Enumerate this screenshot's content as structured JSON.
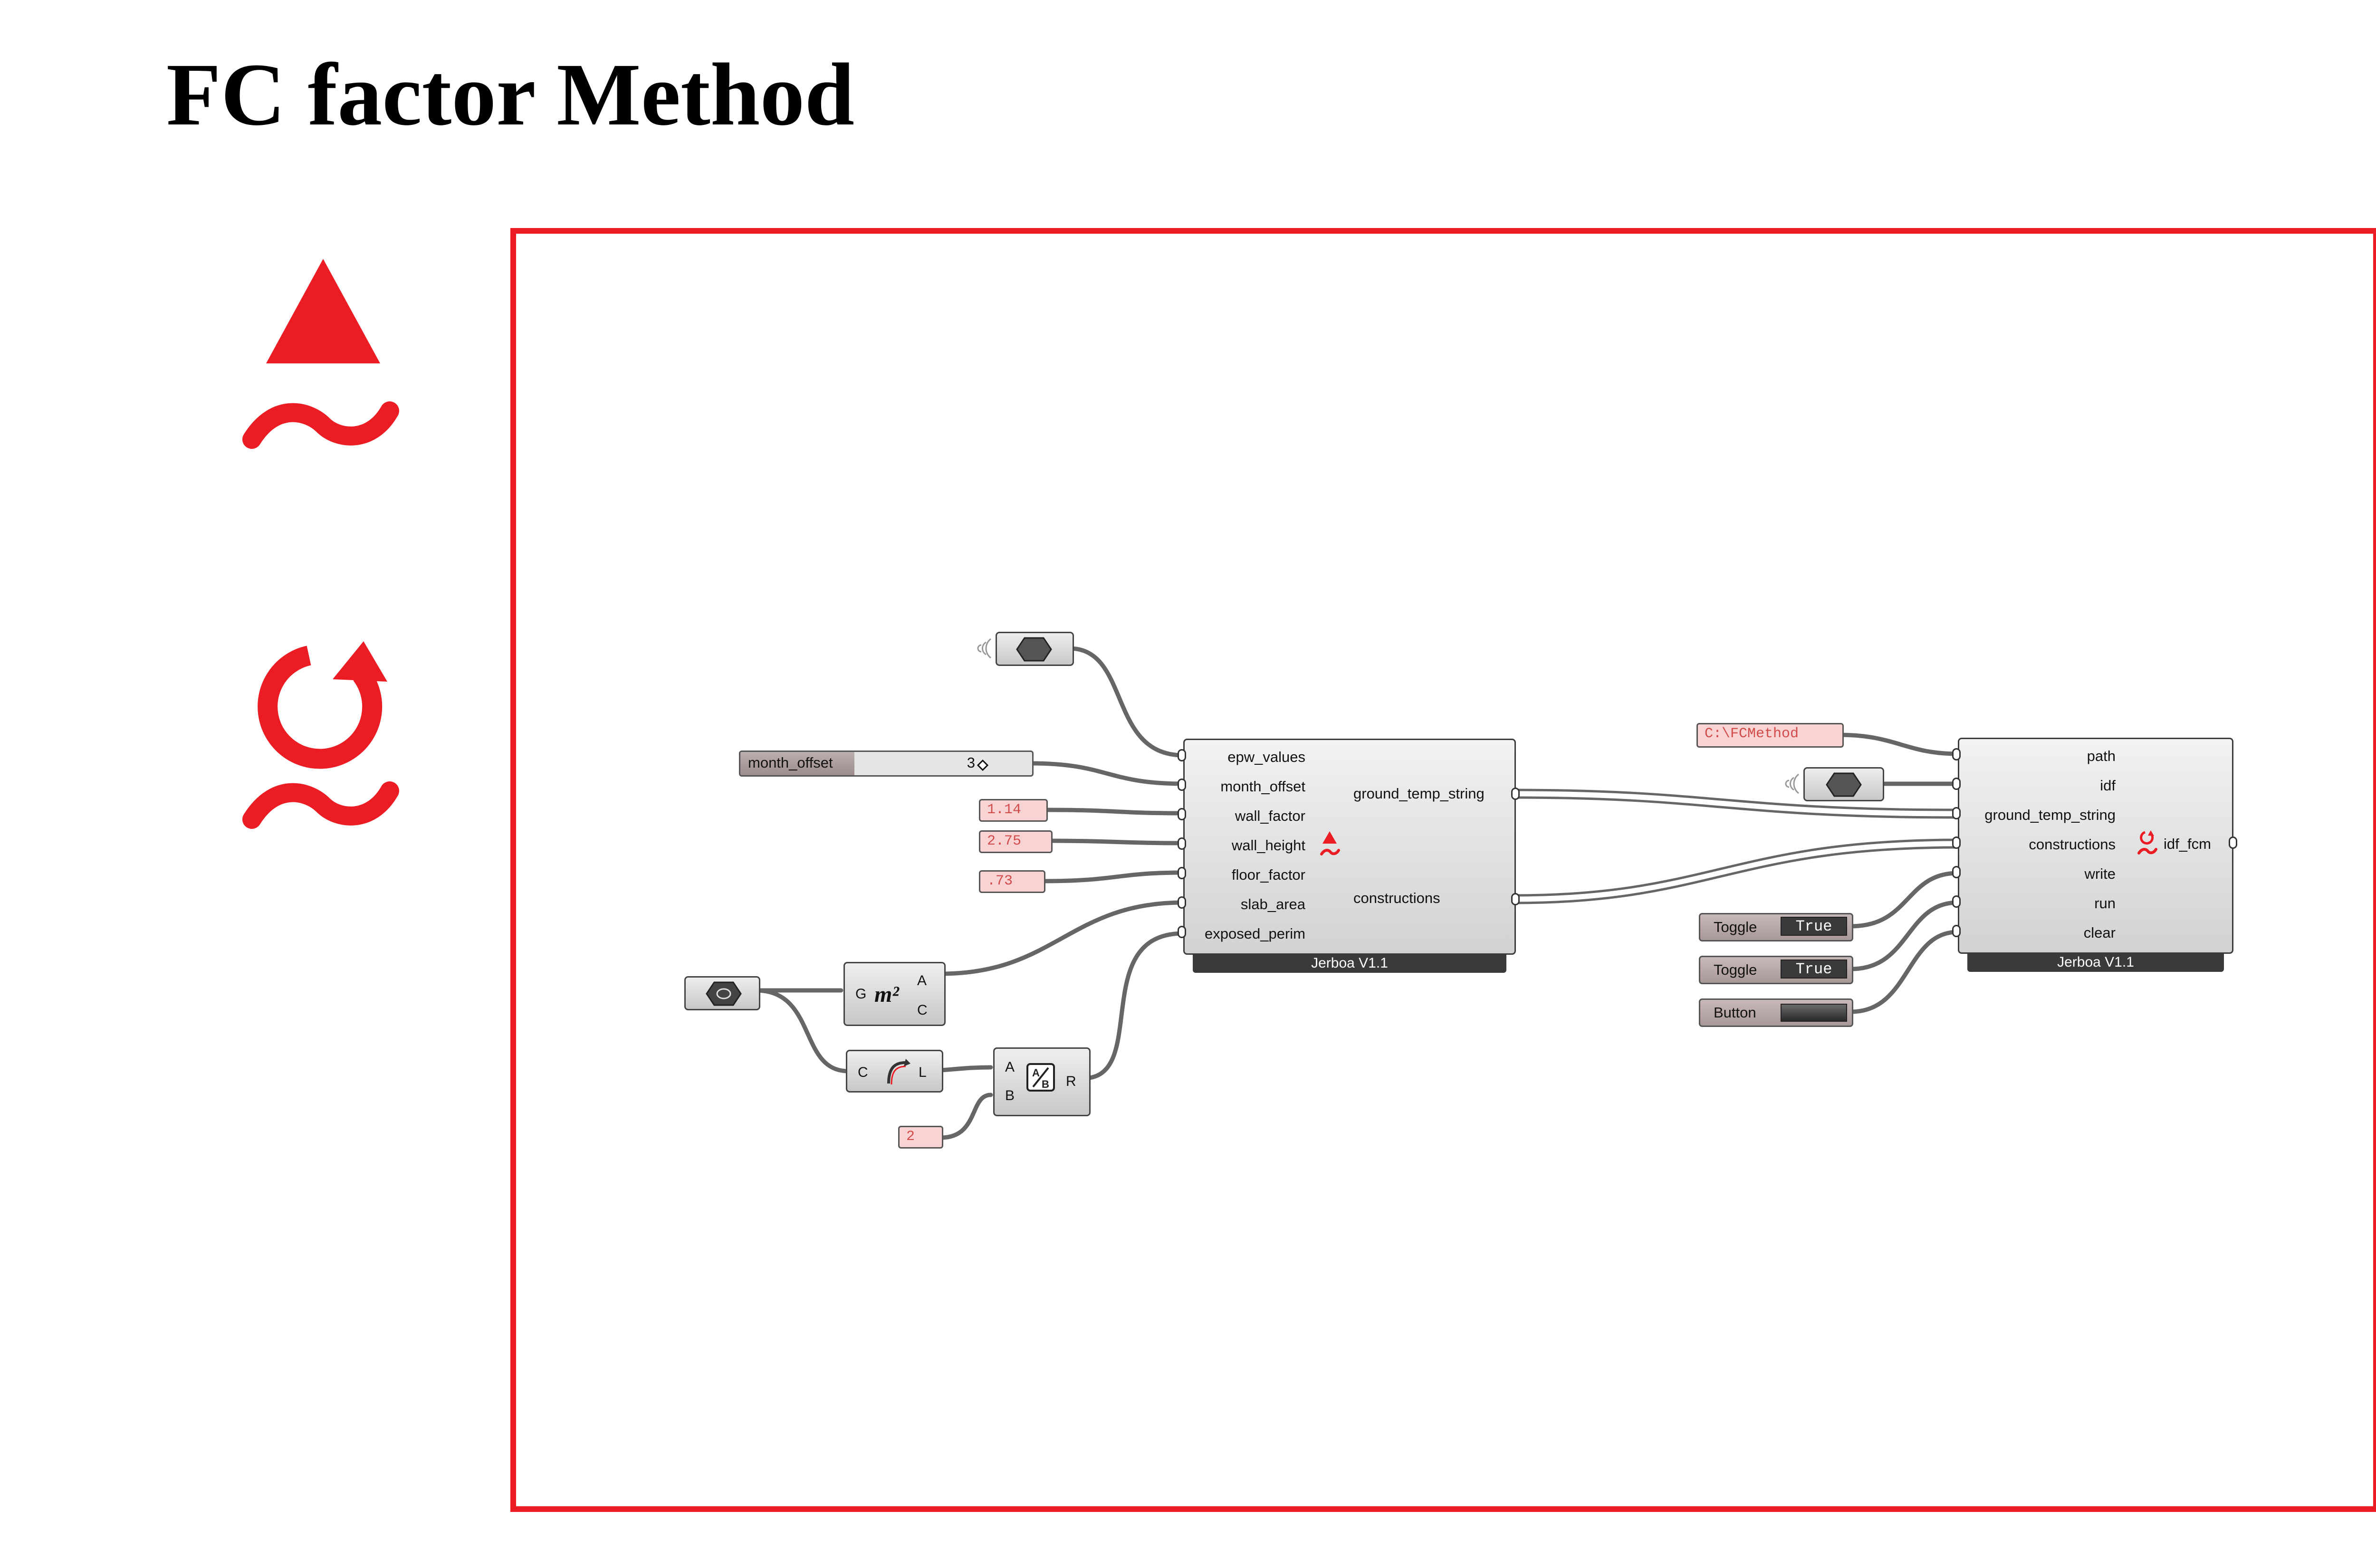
{
  "page": {
    "title": "FC factor Method"
  },
  "colors": {
    "accent": "#ec1c24",
    "wire": "#666666",
    "panel_bg": "#f7d3d3",
    "panel_text": "#d24b4b"
  },
  "icons": {
    "top": "ground-temp-icon",
    "bottom": "fc-method-icon"
  },
  "canvas": {
    "component1": {
      "inputs": [
        "epw_values",
        "month_offset",
        "wall_factor",
        "wall_height",
        "floor_factor",
        "slab_area",
        "exposed_perim"
      ],
      "outputs": [
        "ground_temp_string",
        "constructions"
      ],
      "footer": "Jerboa V1.1"
    },
    "component2": {
      "inputs": [
        "path",
        "idf",
        "ground_temp_string",
        "constructions",
        "write",
        "run",
        "clear"
      ],
      "outputs": [
        "idf_fcm"
      ],
      "footer": "Jerboa V1.1"
    },
    "slider": {
      "label": "month_offset",
      "value": "3"
    },
    "panels": {
      "wall_factor": "1.14",
      "wall_height": "2.75",
      "floor_factor": ".73",
      "divisor": "2",
      "path": "C:\\FCMethod"
    },
    "area_comp": {
      "input": "G",
      "out_a": "A",
      "out_c": "C",
      "symbol": "m²"
    },
    "length_comp": {
      "input": "C",
      "output": "L"
    },
    "division_comp": {
      "in_a": "A",
      "in_b": "B",
      "output": "R"
    },
    "toggles": [
      {
        "label": "Toggle",
        "value": "True"
      },
      {
        "label": "Toggle",
        "value": "True"
      }
    ],
    "button": {
      "label": "Button"
    }
  }
}
